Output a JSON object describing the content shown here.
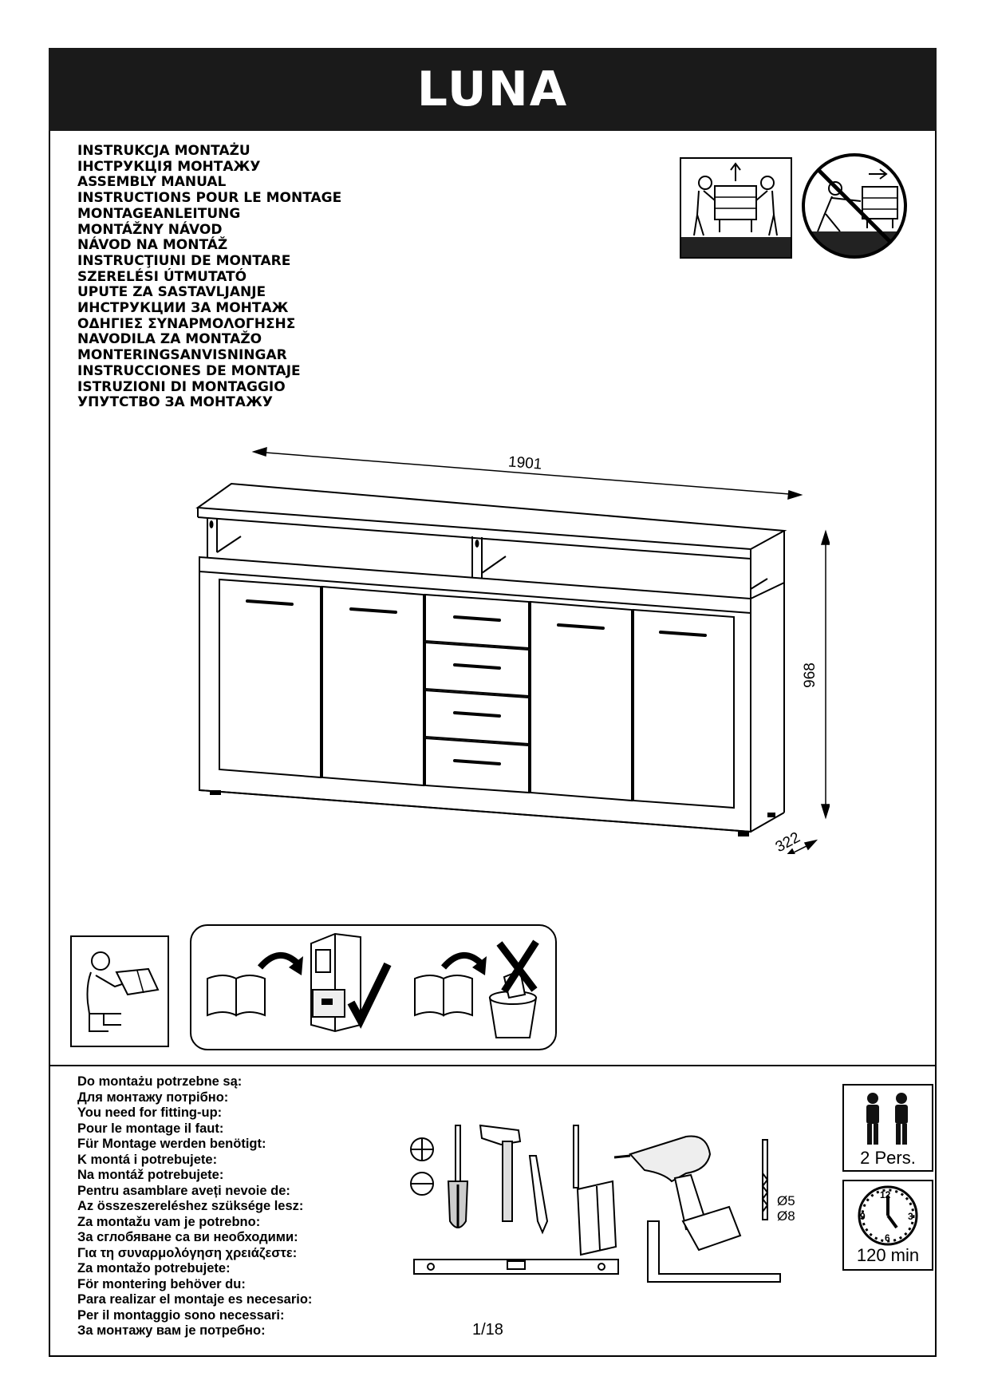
{
  "header": {
    "title": "LUNA"
  },
  "manual_titles": [
    "INSTRUKCJA MONTAŻU",
    "ІНСТРУКЦІЯ МОНТАЖУ",
    "ASSEMBLY MANUAL",
    "INSTRUCTIONS POUR LE MONTAGE",
    "MONTAGEANLEITUNG",
    "MONTÁŽNY NÁVOD",
    "NÁVOD NA MONTÁŽ",
    "INSTRUCŢIUNI DE MONTARE",
    "SZERELÉSI ÚTMUTATÓ",
    "UPUTE ZA SASTAVLJANJE",
    "ИНСТРУКЦИИ ЗА МОНТАЖ",
    "ΟΔΗΓΙΕΣ ΣΥΝΑΡΜΟΛΟΓΗΣΗΣ",
    "NAVODILA ZA MONTAŽO",
    "MONTERINGSANVISNINGAR",
    "INSTRUCCIONES DE MONTAJE",
    "ISTRUZIONI DI MONTAGGIO",
    "УПУТСТВО ЗА МОНТАЖУ"
  ],
  "dimensions": {
    "width": "1901",
    "height": "968",
    "depth": "322"
  },
  "tools_required": [
    "Do montażu potrzebne są:",
    "Для монтажу потрібно:",
    "You need for fitting-up:",
    "Pour le montage il faut:",
    "Für Montage werden benötigt:",
    "K montá i potrebujete:",
    "Na montáž potrebujete:",
    "Pentru asamblare aveți nevoie de:",
    "Az összeszereléshez szüksége lesz:",
    "Za montažu vam je potrebno:",
    "За сглобяване са ви необходими:",
    "Για τη συναρμολόγηση χρειάζεστε:",
    "Za montažo potrebujete:",
    "För montering behöver du:",
    "Para realizar el montaje es necesario:",
    "Per il montaggio sono necessari:",
    "За монтажу вам је потребно:"
  ],
  "drill_bits": {
    "small": "Ø5",
    "large": "Ø8"
  },
  "persons": {
    "label": "2 Pers."
  },
  "time": {
    "label": "120 min",
    "clock_numbers": [
      "12",
      "3",
      "6",
      "9"
    ]
  },
  "page": {
    "number": "1/18"
  },
  "icons": [
    "two-person-carry-icon",
    "one-person-push-prohibited-icon",
    "read-manual-icon",
    "keep-manual-icon",
    "do-not-discard-manual-icon",
    "screwdriver-icon",
    "hammer-icon",
    "pencil-icon",
    "tape-measure-icon",
    "cordless-drill-icon",
    "drill-bit-icon",
    "spirit-level-icon",
    "try-square-icon",
    "persons-icon",
    "clock-icon"
  ]
}
